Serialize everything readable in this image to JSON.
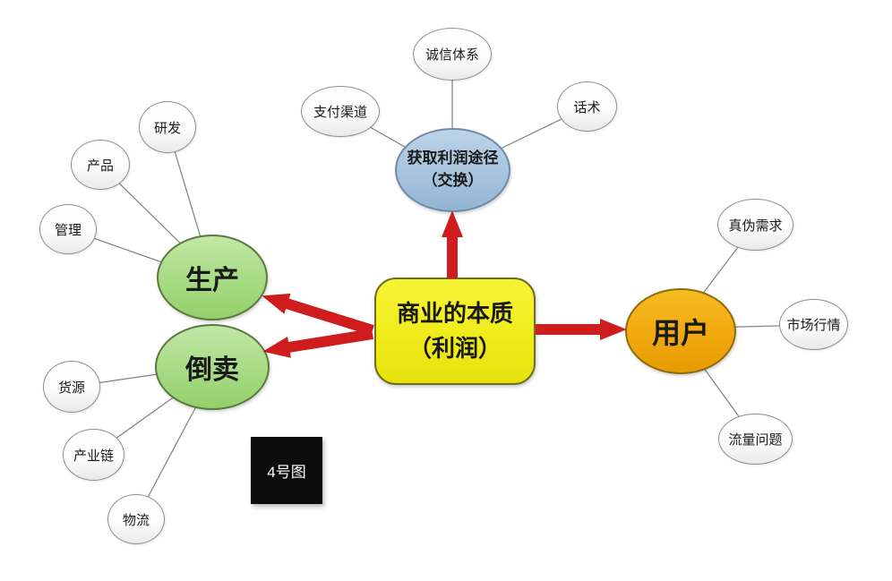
{
  "figure_badge": {
    "label": "4号图"
  },
  "nodes": {
    "center": {
      "line1": "商业的本质",
      "line2": "（利润）",
      "fill": "#f0ec1b"
    },
    "profit_channel": {
      "line1": "获取利润途径",
      "line2": "（交换）",
      "fill": "#a5c2dd"
    },
    "production": {
      "label": "生产",
      "fill": "#a6db83"
    },
    "resell": {
      "label": "倒卖",
      "fill": "#a6db83"
    },
    "user": {
      "label": "用户",
      "fill": "#f0a90e"
    }
  },
  "satellites": [
    {
      "label": "诚信体系"
    },
    {
      "label": "支付渠道"
    },
    {
      "label": "话术"
    },
    {
      "label": "研发"
    },
    {
      "label": "产品"
    },
    {
      "label": "管理"
    },
    {
      "label": "货源"
    },
    {
      "label": "产业链"
    },
    {
      "label": "物流"
    },
    {
      "label": "真伪需求"
    },
    {
      "label": "市场行情"
    },
    {
      "label": "流量问题"
    }
  ],
  "colors": {
    "arrow_red": "#cf1d1d",
    "connector_gray": "#808080",
    "background": "#ffffff",
    "badge_black": "#0c0c0c"
  }
}
